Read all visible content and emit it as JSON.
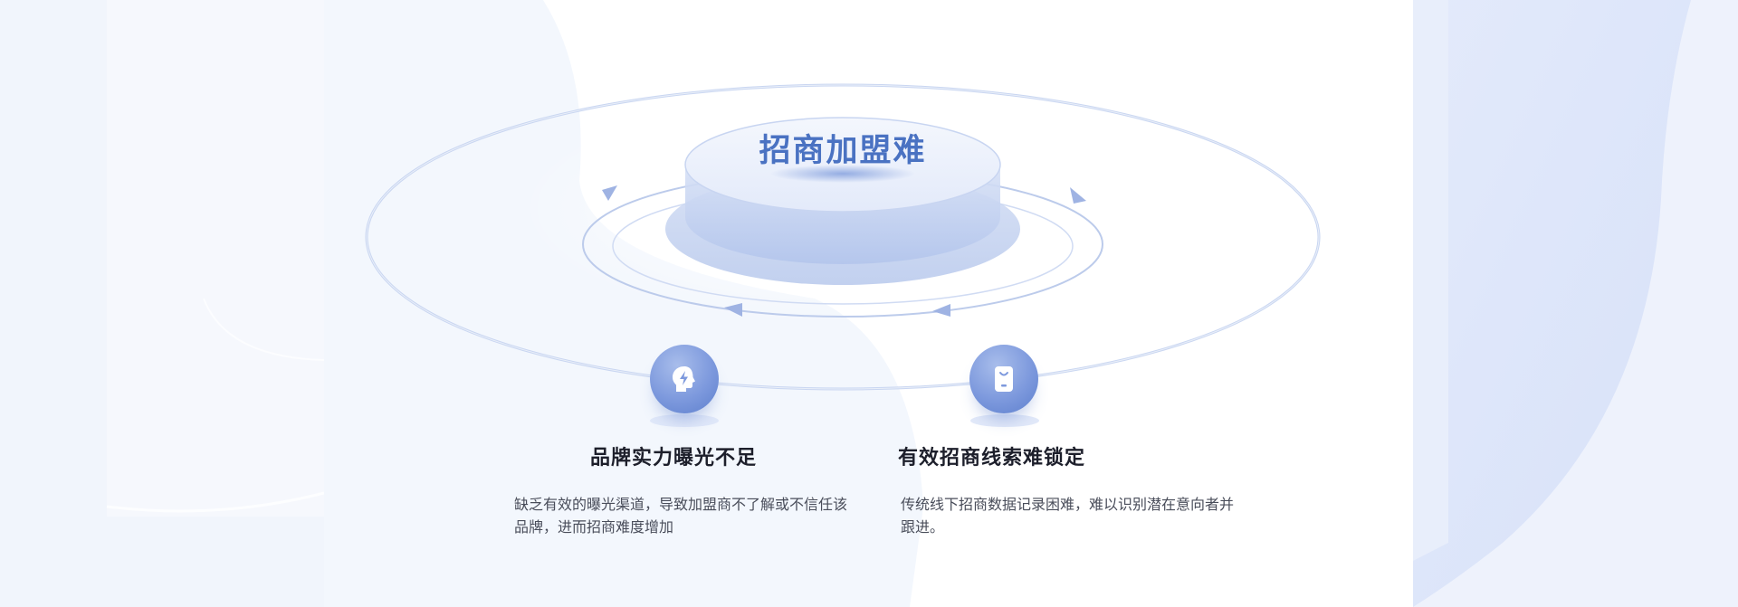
{
  "hero": {
    "title": "招商加盟难"
  },
  "features": [
    {
      "icon": "head-lightning-icon",
      "title": "品牌实力曝光不足",
      "description": "缺乏有效的曝光渠道，导致加盟商不了解或不信任该品牌，进而招商难度增加"
    },
    {
      "icon": "phone-device-icon",
      "title": "有效招商线索难锁定",
      "description": "传统线下招商数据记录困难，难以识别潜在意向者并跟进。"
    }
  ],
  "colors": {
    "accent": "#4a72c2",
    "icon_bg": "#7d99dd",
    "heading": "#1d1f2b",
    "body_text": "#494d5a"
  }
}
